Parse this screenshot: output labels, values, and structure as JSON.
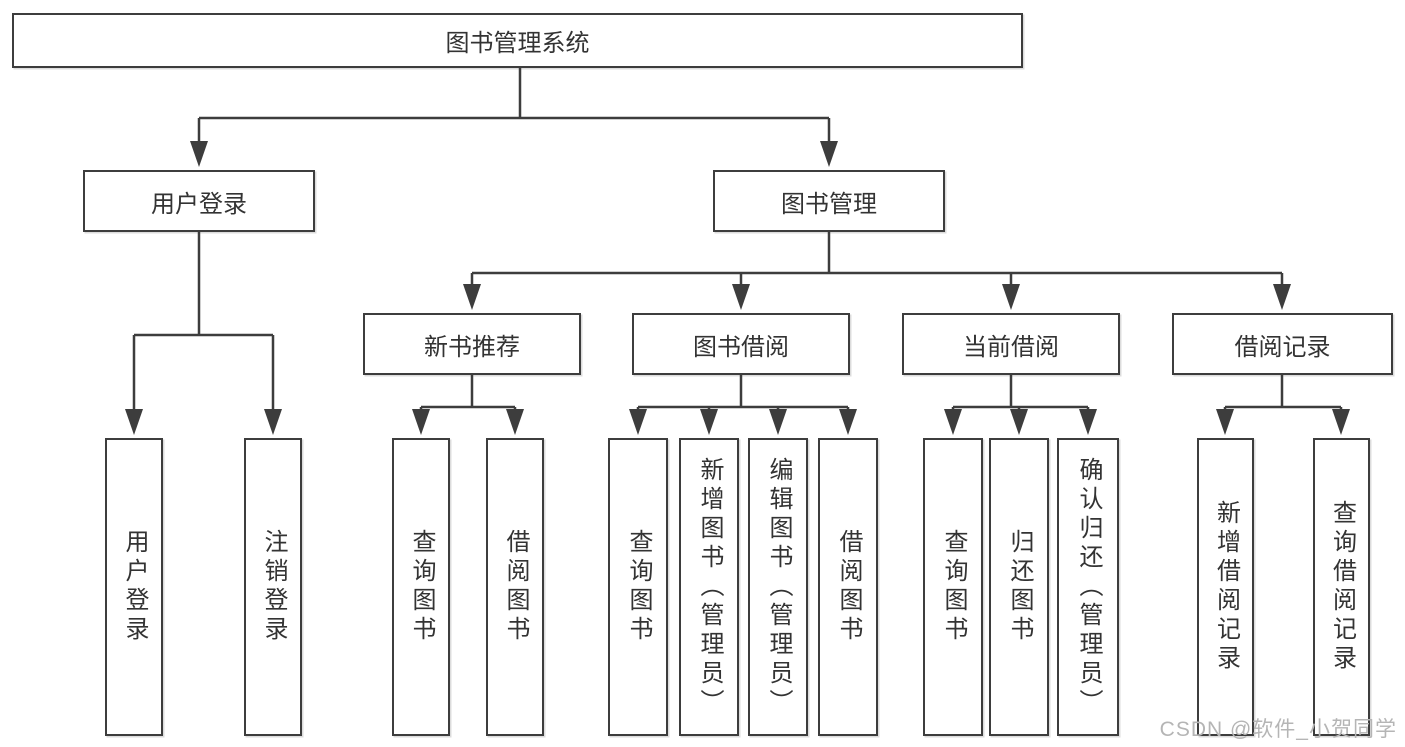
{
  "watermark": "CSDN @软件_小贺同学",
  "colors": {
    "line": "#3d3d3d",
    "box_border": "#3d3d3d",
    "text": "#333333",
    "watermark": "#b5b5b5",
    "background": "#ffffff"
  },
  "tree": {
    "label": "图书管理系统",
    "children": [
      {
        "label": "用户登录",
        "children": [
          {
            "label": "用户登录"
          },
          {
            "label": "注销登录"
          }
        ]
      },
      {
        "label": "图书管理",
        "children": [
          {
            "label": "新书推荐",
            "children": [
              {
                "label": "查询图书"
              },
              {
                "label": "借阅图书"
              }
            ]
          },
          {
            "label": "图书借阅",
            "children": [
              {
                "label": "查询图书"
              },
              {
                "label": "新增图书（管理员）"
              },
              {
                "label": "编辑图书（管理员）"
              },
              {
                "label": "借阅图书"
              }
            ]
          },
          {
            "label": "当前借阅",
            "children": [
              {
                "label": "查询图书"
              },
              {
                "label": "归还图书"
              },
              {
                "label": "确认归还（管理员）"
              }
            ]
          },
          {
            "label": "借阅记录",
            "children": [
              {
                "label": "新增借阅记录"
              },
              {
                "label": "查询借阅记录"
              }
            ]
          }
        ]
      }
    ]
  }
}
